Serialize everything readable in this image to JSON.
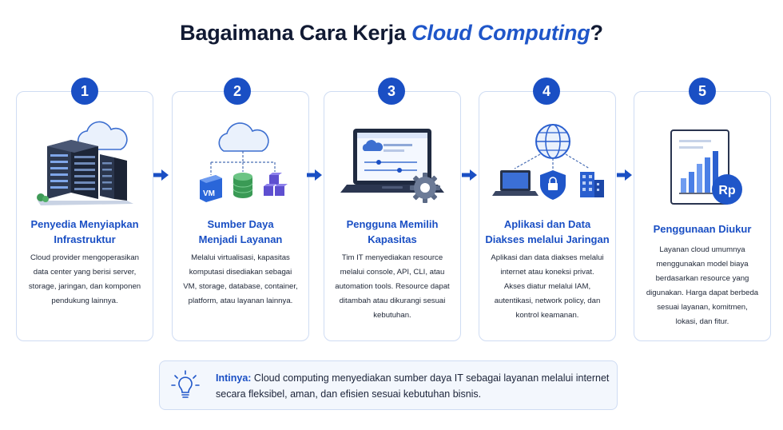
{
  "title": {
    "prefix": "Bagaimana Cara Kerja ",
    "highlight": "Cloud Computing",
    "suffix": "?"
  },
  "steps": [
    {
      "number": "1",
      "icon": "server-rack-cloud-icon",
      "title_line1": "Penyedia Menyiapkan",
      "title_line2": "Infrastruktur",
      "desc_lines": [
        "Cloud provider mengoperasikan",
        "data center yang berisi server,",
        "storage, jaringan, dan komponen",
        "pendukung lainnya."
      ]
    },
    {
      "number": "2",
      "icon": "cloud-resources-icon",
      "vm_label": "VM",
      "title_line1": "Sumber Daya",
      "title_line2": "Menjadi Layanan",
      "desc_lines": [
        "Melalui virtualisasi, kapasitas",
        "komputasi disediakan sebagai",
        "VM, storage, database, container,",
        "platform, atau layanan lainnya."
      ]
    },
    {
      "number": "3",
      "icon": "laptop-settings-icon",
      "title_line1": "Pengguna Memilih",
      "title_line2": "Kapasitas",
      "desc_lines": [
        "Tim IT menyediakan resource",
        "melalui console, API, CLI, atau",
        "automation tools. Resource dapat",
        "ditambah atau dikurangi sesuai",
        "kebutuhan."
      ]
    },
    {
      "number": "4",
      "icon": "globe-network-icon",
      "title_line1": "Aplikasi dan Data",
      "title_line2": "Diakses melalui Jaringan",
      "desc_lines": [
        "Aplikasi dan data diakses melalui",
        "internet atau koneksi privat.",
        "Akses diatur melalui IAM,",
        "autentikasi, network policy, dan",
        "kontrol keamanan."
      ]
    },
    {
      "number": "5",
      "icon": "usage-report-icon",
      "currency_label": "Rp",
      "title_line1": "Penggunaan Diukur",
      "desc_lines": [
        "Layanan cloud umumnya",
        "menggunakan model biaya",
        "berdasarkan resource yang",
        "digunakan. Harga dapat berbeda",
        "sesuai layanan, komitmen,",
        "lokasi, dan fitur."
      ]
    }
  ],
  "summary": {
    "icon": "lightbulb-icon",
    "lead": "Intinya:",
    "text": " Cloud computing menyediakan sumber daya IT sebagai layanan melalui internet secara fleksibel, aman, dan efisien sesuai kebutuhan bisnis."
  },
  "colors": {
    "accent": "#1a4fc4",
    "card_border": "#cfdcf3",
    "summary_bg": "#f3f7fd"
  }
}
